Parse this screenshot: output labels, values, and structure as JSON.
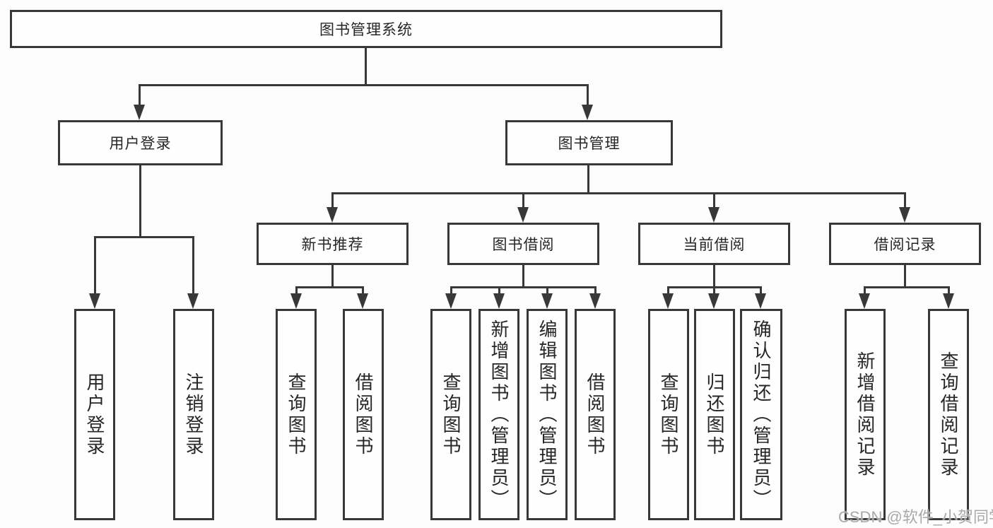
{
  "tree": {
    "root": {
      "label": "图书管理系统"
    },
    "branches": [
      {
        "label": "用户登录",
        "children": [
          {
            "label": "用户登录"
          },
          {
            "label": "注销登录"
          }
        ]
      },
      {
        "label": "图书管理",
        "children": [
          {
            "label": "新书推荐",
            "children": [
              {
                "label": "查询图书"
              },
              {
                "label": "借阅图书"
              }
            ]
          },
          {
            "label": "图书借阅",
            "children": [
              {
                "label": "查询图书"
              },
              {
                "label": "新增图书（管理员）"
              },
              {
                "label": "编辑图书（管理员）"
              },
              {
                "label": "借阅图书"
              }
            ]
          },
          {
            "label": "当前借阅",
            "children": [
              {
                "label": "查询图书"
              },
              {
                "label": "归还图书"
              },
              {
                "label": "确认归还（管理员）"
              }
            ]
          },
          {
            "label": "借阅记录",
            "children": [
              {
                "label": "新增借阅记录"
              },
              {
                "label": "查询借阅记录"
              }
            ]
          }
        ]
      }
    ]
  },
  "watermark": {
    "text": "CSDN @软件_小贺同学",
    "color": "#a9a9a9"
  },
  "colors": {
    "line": "#383838",
    "box_border": "#383838",
    "text": "#262626",
    "background": "#fdfdfd"
  }
}
